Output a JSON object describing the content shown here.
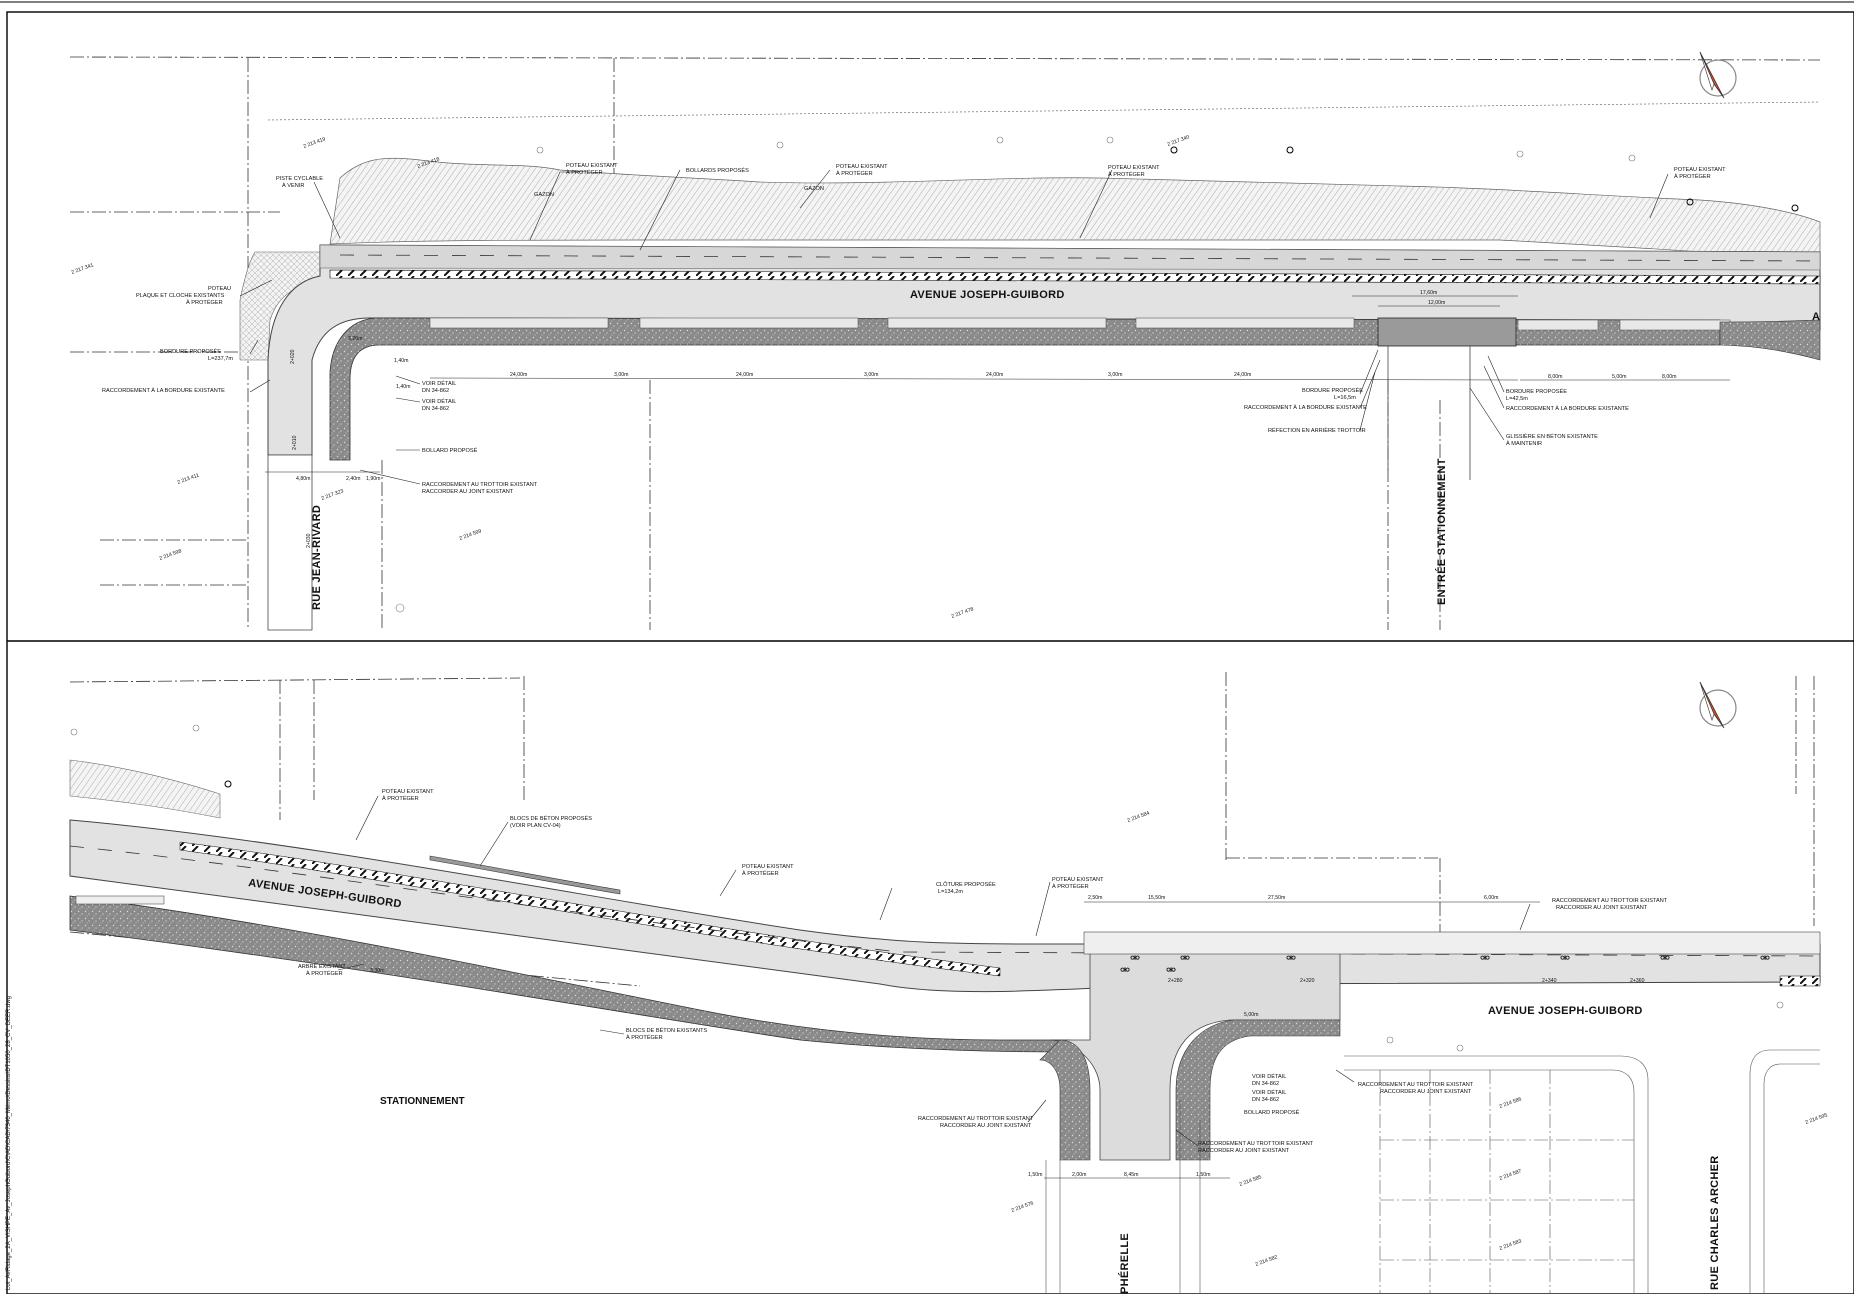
{
  "side_text": "Lot_A#Ridage_2A_VISHPE_Av_JosephGuibord\\C\\AD\\CAD\\7340_Mémo\\Dessins\\DT1050_28_CV_DEER.dwg",
  "panel1": {
    "street_main": "AVENUE JOSEPH-GUIBORD",
    "street_main_end": "A",
    "street_side": "RUE JEAN-RIVARD",
    "street_entry": "ENTRÉE STATIONNEMENT",
    "lots": {
      "l1": "2 213 419",
      "l2": "2 213 418",
      "l3": "2 217 340",
      "l4": "2 217 341",
      "l5": "2 213 411",
      "l6": "2 217 323",
      "l7": "2 214 598",
      "l8": "2 214 599",
      "l9": "2 217 478"
    },
    "notes": {
      "piste_1": "PISTE CYCLABLE",
      "piste_2": "À VENIR",
      "poteau_plaque_1": "POTEAU",
      "poteau_plaque_2": "PLAQUE ET CLOCHE EXISTANTS",
      "poteau_plaque_3": "À PROTÉGER",
      "poteau1_1": "POTEAU EXISTANT",
      "poteau1_2": "À PROTÉGER",
      "bollards": "BOLLARDS PROPOSÉS",
      "poteau2_1": "POTEAU EXISTANT",
      "poteau2_2": "À PROTÉGER",
      "poteau3_1": "POTEAU EXISTANT",
      "poteau3_2": "À PROTÉGER",
      "poteau4_1": "POTEAU EXISTANT",
      "poteau4_2": "À PROTÉGER",
      "gazon1": "GAZON",
      "gazon2": "GAZON",
      "bordure_1": "BORDURE PROPOSÉE",
      "bordure_2": "L=237,7m",
      "raccord_bordure": "RACCORDEMENT À LA BORDURE EXISTANTE",
      "voir1_1": "VOIR DÉTAIL",
      "voir1_2": "DN 34-862",
      "voir2_1": "VOIR DÉTAIL",
      "voir2_2": "DN 34-862",
      "bollard": "BOLLARD PROPOSÉ",
      "raccord_trottoir_1": "RACCORDEMENT AU TROTTOIR EXISTANT",
      "raccord_trottoir_2": "RACCORDER AU JOINT EXISTANT",
      "bordure_mid_1": "BORDURE PROPOSÉE",
      "bordure_mid_2": "L=16,5m",
      "raccord_bordure_mid": "RACCORDEMENT À LA BORDURE EXISTANTE",
      "refection": "RÉFECTION EN ARRIÈRE TROTTOIR",
      "bordure_r_1": "BORDURE PROPOSÉE",
      "bordure_r_2": "L=42,5m",
      "raccord_bordure_r": "RACCORDEMENT À LA BORDURE EXISTANTE",
      "glissiere_1": "GLISSIÈRE EN BÉTON EXISTANTE",
      "glissiere_2": "À MAINTENIR"
    },
    "dims": {
      "d1": "24,00m",
      "d2": "3,00m",
      "d3": "24,00m",
      "d4": "3,00m",
      "d5": "24,00m",
      "d6": "3,00m",
      "d7": "24,00m",
      "d8": "17,60m",
      "d9": "12,00m",
      "d10": "8,00m",
      "d11": "5,00m",
      "d12": "8,00m",
      "d13": "4,80m",
      "d14": "2,40m",
      "d15": "1,90m",
      "d16": "1,40m",
      "d17": "1,40m",
      "d18": "3,20m",
      "ch1": "2+010",
      "ch2": "2+020",
      "ch3": "2+030"
    }
  },
  "panel2": {
    "street_main_left": "AVENUE JOSEPH-GUIBORD",
    "street_main_right": "AVENUE JOSEPH-GUIBORD",
    "street_archer": "RUE CHARLES ARCHER",
    "street_partial": "PHÉRELLE",
    "stationnement": "STATIONNEMENT",
    "lots": {
      "l1": "2 214 584",
      "l2": "2 214 576",
      "l3": "2 214 586",
      "l4": "2 214 587",
      "l5": "2 214 585",
      "l6": "2 214 582",
      "l7": "2 214 583",
      "l8": "2 214 595"
    },
    "notes": {
      "poteau1_1": "POTEAU EXISTANT",
      "poteau1_2": "À PROTÉGER",
      "blocs_1": "BLOCS DE BÉTON PROPOSÉS",
      "blocs_2": "(VOIR PLAN CV-04)",
      "poteau2_1": "POTEAU EXISTANT",
      "poteau2_2": "À PROTÉGER",
      "cloture_1": "CLÔTURE PROPOSÉE",
      "cloture_2": "L=134,2m",
      "poteau3_1": "POTEAU EXISTANT",
      "poteau3_2": "À PROTÉGER",
      "raccord_tr1_1": "RACCORDEMENT AU TROTTOIR EXISTANT",
      "raccord_tr1_2": "RACCORDER AU JOINT EXISTANT",
      "arbre_1": "ARBRE EXISTANT",
      "arbre_2": "À PROTÉGER",
      "blocs_ex_1": "BLOCS DE BÉTON EXISTANTS",
      "blocs_ex_2": "À PROTÉGER",
      "raccord_tr2_1": "RACCORDEMENT AU TROTTOIR EXISTANT",
      "raccord_tr2_2": "RACCORDER AU JOINT EXISTANT",
      "raccord_tr3_1": "RACCORDEMENT AU TROTTOIR EXISTANT",
      "raccord_tr3_2": "RACCORDER AU JOINT EXISTANT",
      "raccord_tr4_1": "RACCORDEMENT AU TROTTOIR EXISTANT",
      "raccord_tr4_2": "RACCORDER AU JOINT EXISTANT",
      "voir1_1": "VOIR DÉTAIL",
      "voir1_2": "DN 34-862",
      "voir2_1": "VOIR DÉTAIL",
      "voir2_2": "DN 34-862",
      "bollard": "BOLLARD PROPOSÉ"
    },
    "dims": {
      "d1": "2,50m",
      "d2": "15,50m",
      "d3": "27,50m",
      "d4": "6,00m",
      "d5": "5,00m",
      "d6": "1,50m",
      "d7": "2,00m",
      "d8": "8,45m",
      "d9": "1,50m",
      "d10": "3,30m",
      "ch1": "2+280",
      "ch2": "2+320",
      "ch3": "2+340",
      "ch4": "2+360"
    }
  }
}
